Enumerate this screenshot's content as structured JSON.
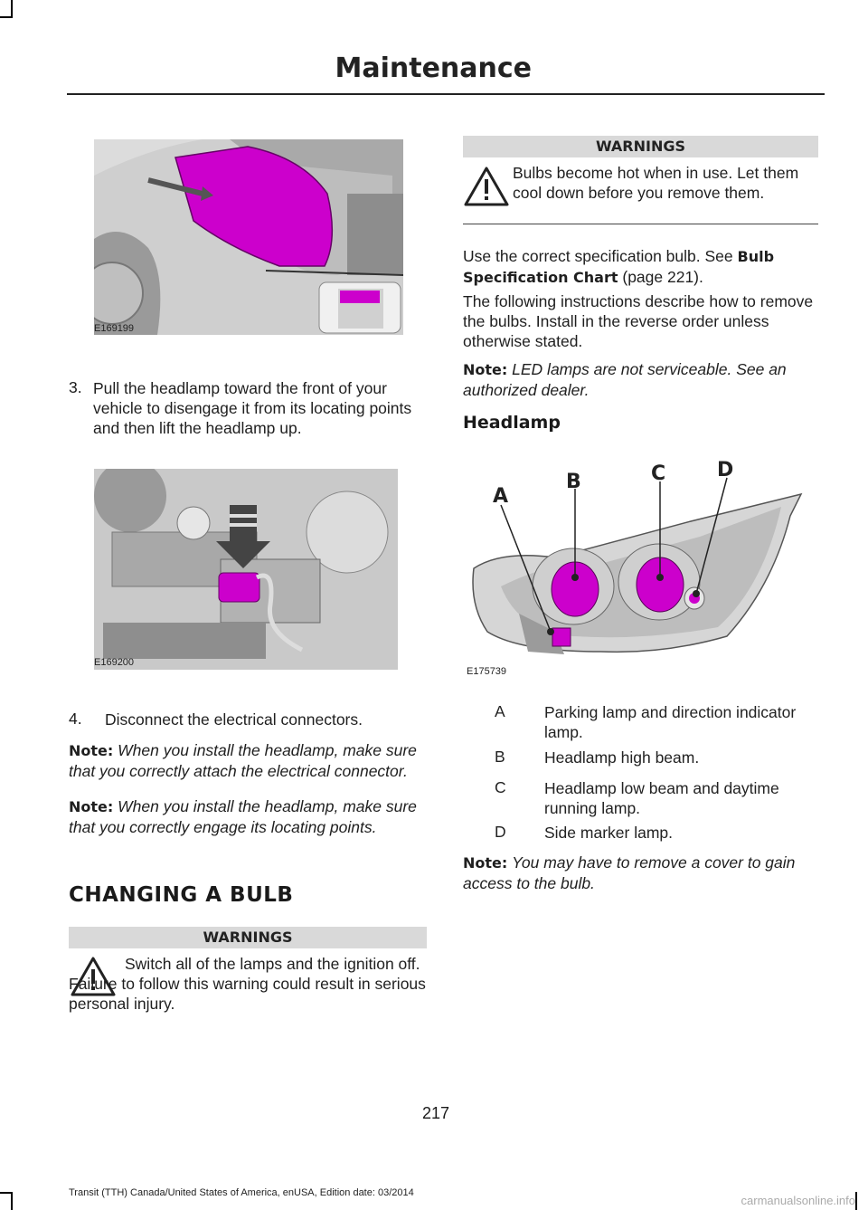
{
  "header": {
    "section_title": "Maintenance"
  },
  "figures": {
    "fig1_code": "E169199",
    "fig2_code": "E169200",
    "fig3_code": "E175739"
  },
  "left": {
    "step3_num": "3.",
    "step3_text": "Pull the headlamp toward the front of your vehicle to disengage it from its locating points and then lift the headlamp up.",
    "step4_num": "4.",
    "step4_text": "Disconnect the electrical connectors.",
    "note1_label": "Note:",
    "note1_text": "When you install the headlamp, make sure that you correctly attach the electrical connector.",
    "note2_label": "Note:",
    "note2_text": "When you install the headlamp, make sure that you correctly engage its locating points.",
    "heading": "CHANGING A BULB",
    "warnings_title": "WARNINGS",
    "warning_text": "Switch all of the lamps and the ignition off. Failure to follow this warning could result in serious personal injury."
  },
  "right": {
    "warnings_title": "WARNINGS",
    "warning_text": "Bulbs become hot when in use. Let them cool down before you remove them.",
    "para1_pre": "Use the correct specification bulb.  See ",
    "para1_link": "Bulb Specification Chart",
    "para1_post": " (page 221).",
    "para2": "The following instructions describe how to remove the bulbs. Install in the reverse order unless otherwise stated.",
    "note_label": "Note:",
    "note_text": " LED lamps are not serviceable.  See an authorized dealer.",
    "heading": "Headlamp",
    "callouts": [
      "A",
      "B",
      "C",
      "D"
    ],
    "legend": [
      {
        "letter": "A",
        "text": "Parking lamp and direction indicator lamp."
      },
      {
        "letter": "B",
        "text": "Headlamp high beam."
      },
      {
        "letter": "C",
        "text": "Headlamp low beam and daytime running lamp."
      },
      {
        "letter": "D",
        "text": "Side marker lamp."
      }
    ],
    "note2_label": "Note:",
    "note2_text": "You may have to remove a cover to gain access to the bulb."
  },
  "footer": {
    "page_number": "217",
    "edition": "Transit (TTH) Canada/United States of America, enUSA, Edition date: 03/2014",
    "watermark": "carmanualsonline.info"
  },
  "colors": {
    "highlight": "#cc00cc",
    "warning_bar": "#d9d9d9"
  }
}
